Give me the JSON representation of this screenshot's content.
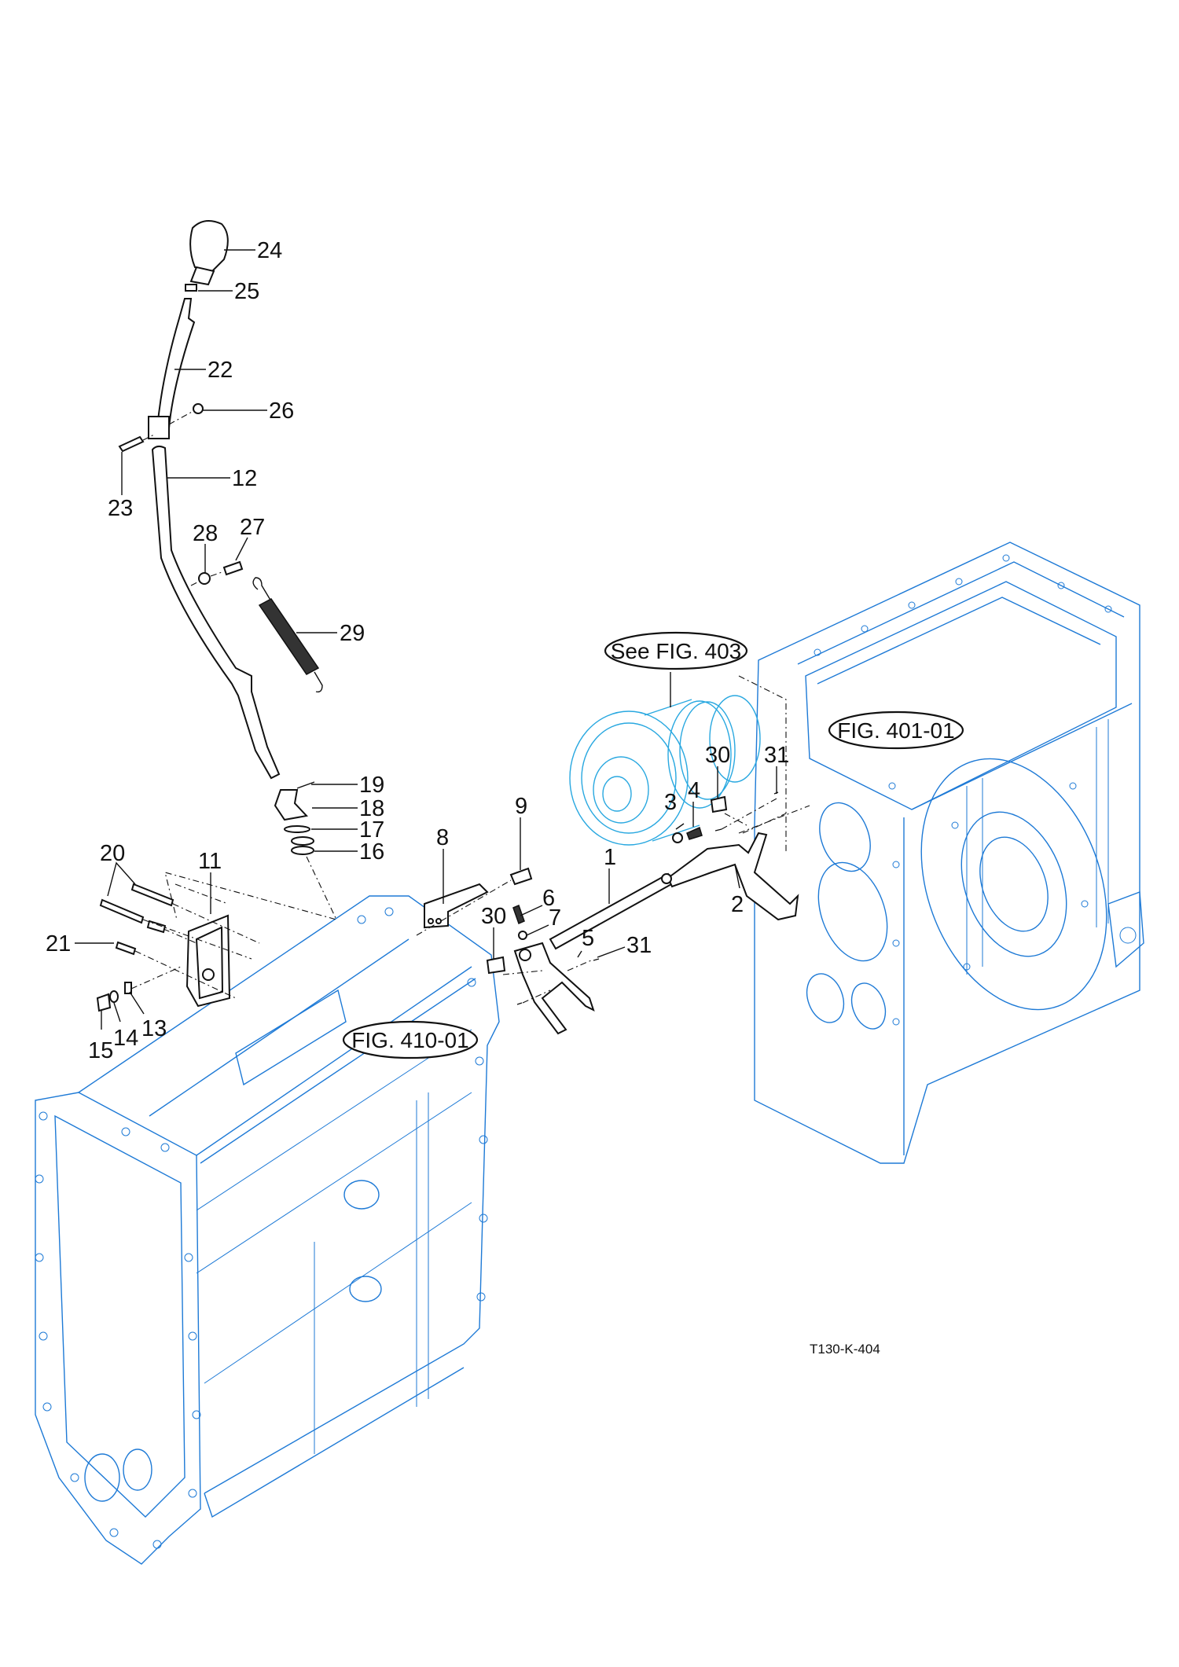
{
  "drawing": {
    "drawing_number": "T130-K-404",
    "colors": {
      "housing_outline": "#1e7ad6",
      "reference_assembly": "#29a8e0",
      "parts_ink": "#111111",
      "background": "#ffffff"
    }
  },
  "figure_references": {
    "see_fig_403": "See FIG. 403",
    "fig_401_01": "FIG. 401-01",
    "fig_410_01": "FIG. 410-01"
  },
  "callouts": {
    "c1": "1",
    "c2": "2",
    "c3": "3",
    "c4": "4",
    "c5": "5",
    "c6": "6",
    "c7": "7",
    "c8": "8",
    "c9": "9",
    "c11": "11",
    "c12": "12",
    "c13": "13",
    "c14": "14",
    "c15": "15",
    "c16": "16",
    "c17": "17",
    "c18": "18",
    "c19": "19",
    "c20": "20",
    "c21": "21",
    "c22": "22",
    "c23": "23",
    "c24": "24",
    "c25": "25",
    "c26": "26",
    "c27": "27",
    "c28": "28",
    "c29": "29",
    "c30a": "30",
    "c30b": "30",
    "c31a": "31",
    "c31b": "31"
  },
  "parts": [
    {
      "callout": "1",
      "depicts": "shift rod"
    },
    {
      "callout": "2",
      "depicts": "shift fork"
    },
    {
      "callout": "3",
      "depicts": "ball"
    },
    {
      "callout": "4",
      "depicts": "spring"
    },
    {
      "callout": "5",
      "depicts": "shift fork"
    },
    {
      "callout": "6",
      "depicts": "spring"
    },
    {
      "callout": "7",
      "depicts": "ball"
    },
    {
      "callout": "8",
      "depicts": "bracket"
    },
    {
      "callout": "9",
      "depicts": "fitting"
    },
    {
      "callout": "11",
      "depicts": "cover / lever housing"
    },
    {
      "callout": "12",
      "depicts": "shift lever"
    },
    {
      "callout": "13",
      "depicts": "pin"
    },
    {
      "callout": "14",
      "depicts": "washer"
    },
    {
      "callout": "15",
      "depicts": "plug bolt"
    },
    {
      "callout": "16",
      "depicts": "spring"
    },
    {
      "callout": "17",
      "depicts": "ring"
    },
    {
      "callout": "18",
      "depicts": "boot"
    },
    {
      "callout": "19",
      "depicts": "pin"
    },
    {
      "callout": "20",
      "depicts": "bolts"
    },
    {
      "callout": "21",
      "depicts": "bolt"
    },
    {
      "callout": "22",
      "depicts": "lever extension"
    },
    {
      "callout": "23",
      "depicts": "bolt"
    },
    {
      "callout": "24",
      "depicts": "knob"
    },
    {
      "callout": "25",
      "depicts": "nut"
    },
    {
      "callout": "26",
      "depicts": "nut"
    },
    {
      "callout": "27",
      "depicts": "bolt"
    },
    {
      "callout": "28",
      "depicts": "nut"
    },
    {
      "callout": "29",
      "depicts": "tension spring"
    },
    {
      "callout": "30",
      "depicts": "shoe"
    },
    {
      "callout": "31",
      "depicts": "screw"
    }
  ]
}
